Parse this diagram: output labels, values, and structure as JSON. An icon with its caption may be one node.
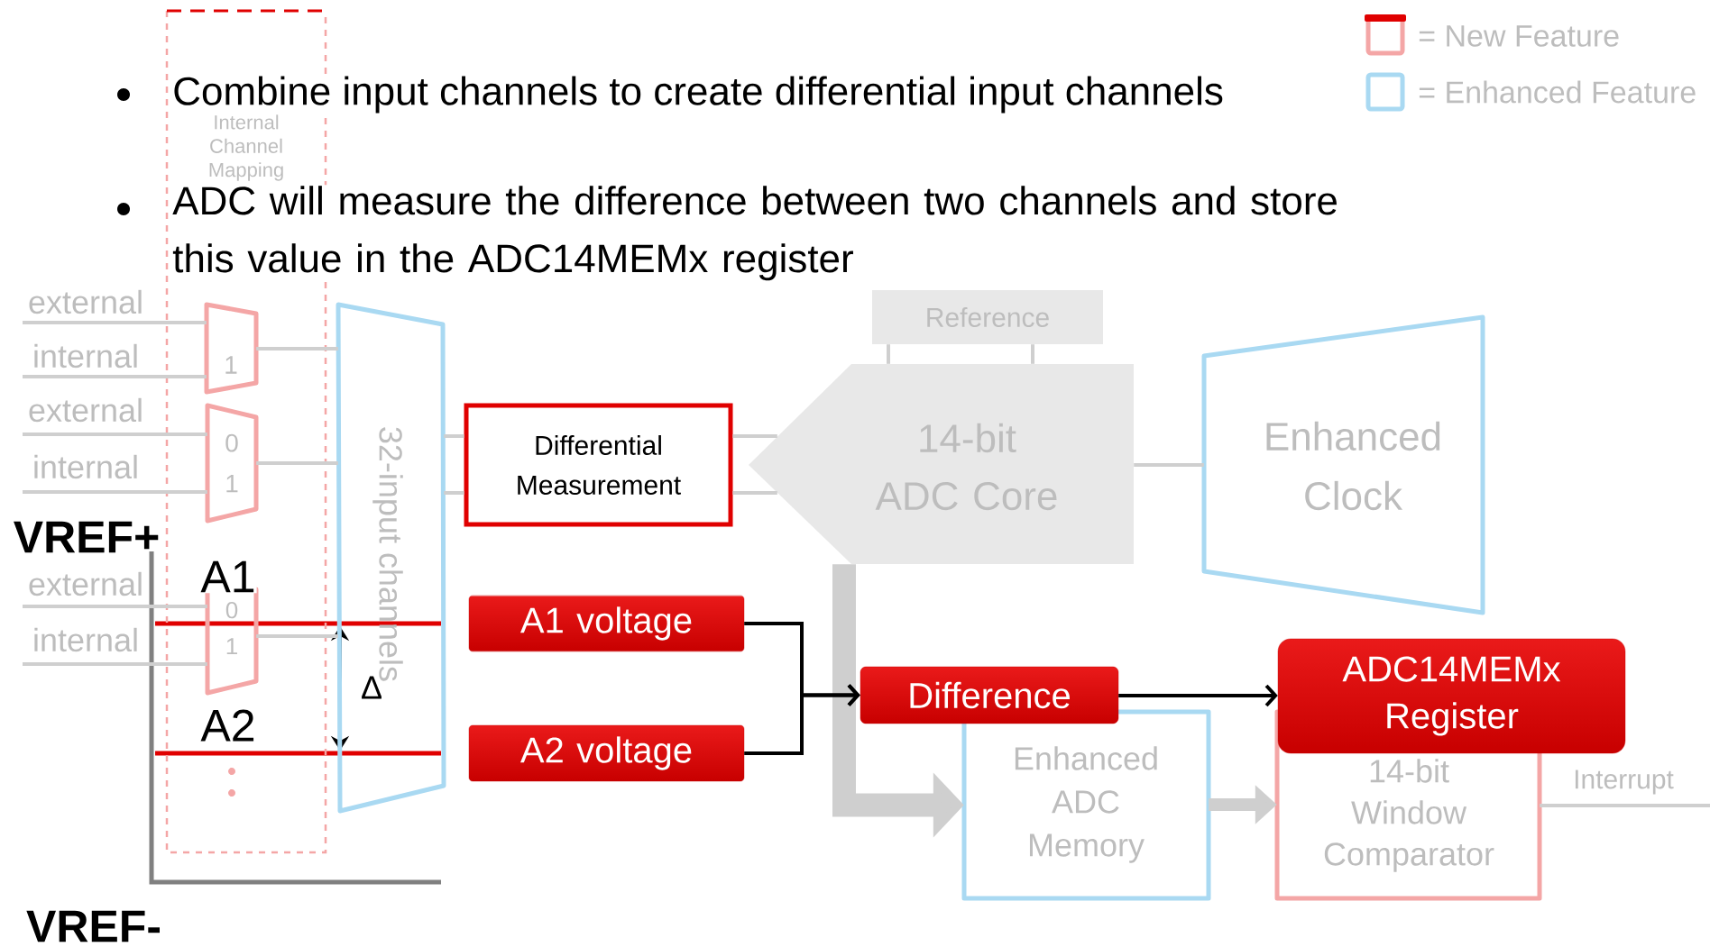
{
  "diagram": {
    "nodes": [
      {
        "text": [
          "Internal Channel Mapping"
        ]
      },
      {
        "text": [
          "1"
        ],
        "in": 0
      },
      {
        "text": [
          "0",
          "1"
        ],
        "in": 0
      },
      {
        "text": [
          "0",
          "1"
        ],
        "in": 0
      },
      {
        "text": [
          "32-input channels"
        ]
      },
      {
        "text": [
          "Reference"
        ]
      },
      {
        "text": [
          "Differential Measurement"
        ]
      },
      {
        "text": [
          "14-bit ADC Core"
        ]
      },
      {
        "text": [
          "Enhanced Clock"
        ]
      },
      {
        "text": [
          "A1 voltage"
        ]
      },
      {
        "text": [
          "A2 voltage"
        ]
      },
      {
        "text": [
          "Difference"
        ]
      },
      {
        "text": [
          "Enhanced ADC Memory"
        ]
      },
      {
        "text": [
          "ADC14MEMx Register"
        ]
      },
      {
        "text": [
          "14-bit Window Comparator"
        ]
      }
    ],
    "edges": [
      {
        "from": null,
        "to": 1,
        "arrow": "none",
        "label": "external"
      },
      {
        "from": null,
        "to": 1,
        "arrow": "none",
        "label": "internal"
      },
      {
        "from": null,
        "to": 2,
        "arrow": "none",
        "label": "external"
      },
      {
        "from": null,
        "to": 2,
        "arrow": "none",
        "label": "internal"
      },
      {
        "from": null,
        "to": 3,
        "arrow": "none",
        "label": "external"
      },
      {
        "from": null,
        "to": 3,
        "arrow": "none",
        "label": "internal"
      },
      {
        "from": 1,
        "to": 4,
        "arrow": "none"
      },
      {
        "from": 2,
        "to": 4,
        "arrow": "none"
      },
      {
        "from": 3,
        "to": 4,
        "arrow": "none"
      },
      {
        "from": 4,
        "to": 6,
        "arrow": "none"
      },
      {
        "from": 4,
        "to": 6,
        "arrow": "none"
      },
      {
        "from": 6,
        "to": 7,
        "arrow": "none"
      },
      {
        "from": 6,
        "to": 7,
        "arrow": "none"
      },
      {
        "from": 5,
        "to": 7,
        "arrow": "none"
      },
      {
        "from": 5,
        "to": 7,
        "arrow": "none"
      },
      {
        "from": 7,
        "to": 8,
        "arrow": "none"
      },
      {
        "from": 7,
        "to": 12,
        "arrow": "to",
        "style": "thick"
      },
      {
        "from": 12,
        "to": 14,
        "arrow": "to",
        "style": "thick"
      },
      {
        "from": 14,
        "to": null,
        "arrow": "none",
        "label": "Interrupt"
      },
      {
        "from": 9,
        "to": 11,
        "arrow": "to",
        "color": "#000000"
      },
      {
        "from": 10,
        "to": 11,
        "arrow": "to",
        "color": "#000000"
      },
      {
        "from": 11,
        "to": 13,
        "arrow": "to",
        "color": "#000000"
      }
    ],
    "labels": [
      "Combine input channels to create differential input channels",
      "ADC will measure the difference between two channels and store this value in the ADC14MEMx register",
      "VREF+",
      "A1",
      "Δ",
      "A2",
      "VREF-"
    ],
    "legend": [
      {
        "text": "= New Feature",
        "color": "#f4a6a6"
      },
      {
        "text": "= Enhanced Feature",
        "color": "#a9d9f2"
      }
    ]
  }
}
